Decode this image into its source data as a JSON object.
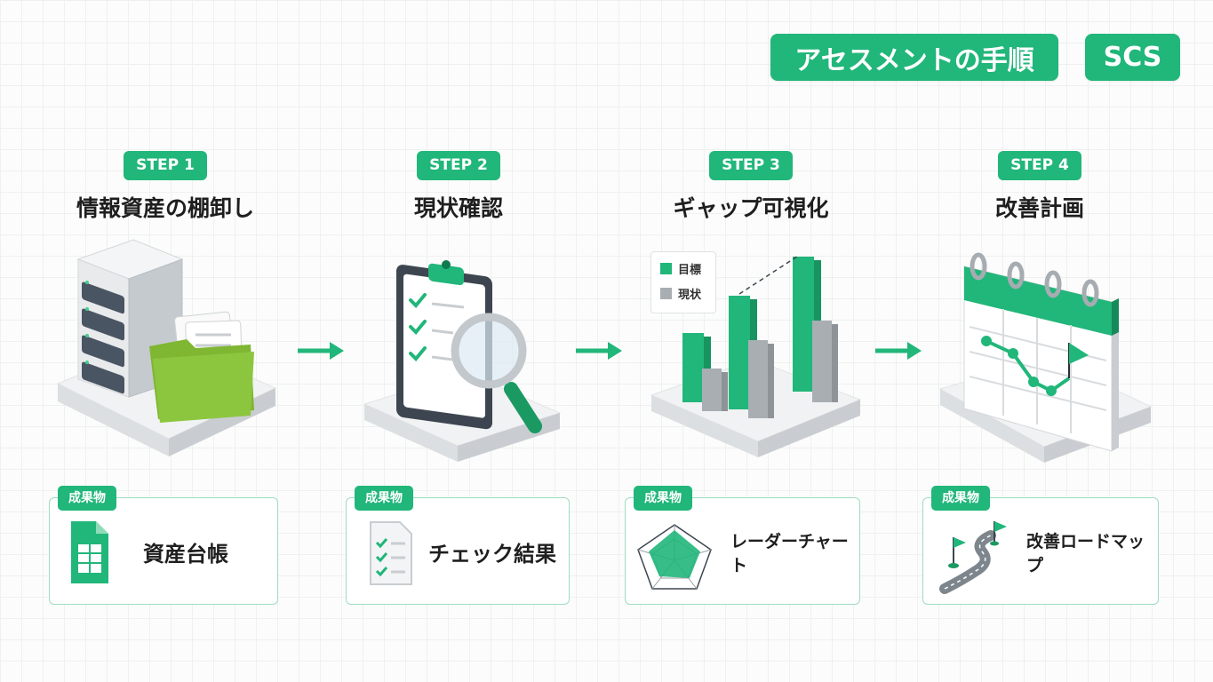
{
  "header": {
    "title": "アセスメントの手順",
    "brand": "SCS"
  },
  "steps": [
    {
      "badge": "STEP 1",
      "title": "情報資産の棚卸し",
      "deliverable_tag": "成果物",
      "deliverable": "資産台帳"
    },
    {
      "badge": "STEP 2",
      "title": "現状確認",
      "deliverable_tag": "成果物",
      "deliverable": "チェック結果"
    },
    {
      "badge": "STEP 3",
      "title": "ギャップ可視化",
      "deliverable_tag": "成果物",
      "deliverable": "レーダーチャート",
      "legend": {
        "target": "目標",
        "current": "現状"
      }
    },
    {
      "badge": "STEP 4",
      "title": "改善計画",
      "deliverable_tag": "成果物",
      "deliverable": "改善ロードマップ"
    }
  ],
  "colors": {
    "accent": "#21b67a",
    "current_gray": "#a9aeb3",
    "folder_green": "#8cc63f"
  }
}
